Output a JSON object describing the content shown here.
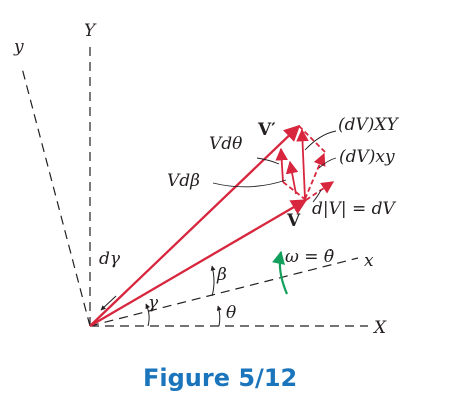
{
  "axes": {
    "Y": "Y",
    "X": "X",
    "y": "y",
    "x": "x"
  },
  "angles": {
    "d_gamma": "dγ",
    "gamma": "γ",
    "beta": "β",
    "theta": "θ"
  },
  "vectors": {
    "V": "V",
    "V_prime": "V′",
    "V_d_theta": "Vdθ",
    "V_d_beta": "Vdβ",
    "dV_XY": "(dV)XY",
    "dV_xy": "(dV)xy",
    "d_abs_V": "d|V| = dV"
  },
  "rotation": {
    "omega": "ω = θ̇"
  },
  "caption": "Figure 5/12",
  "colors": {
    "vector": "#d7263d",
    "omega_arrow": "#12a05c",
    "axis": "#231f20",
    "caption": "#1b75bc"
  }
}
